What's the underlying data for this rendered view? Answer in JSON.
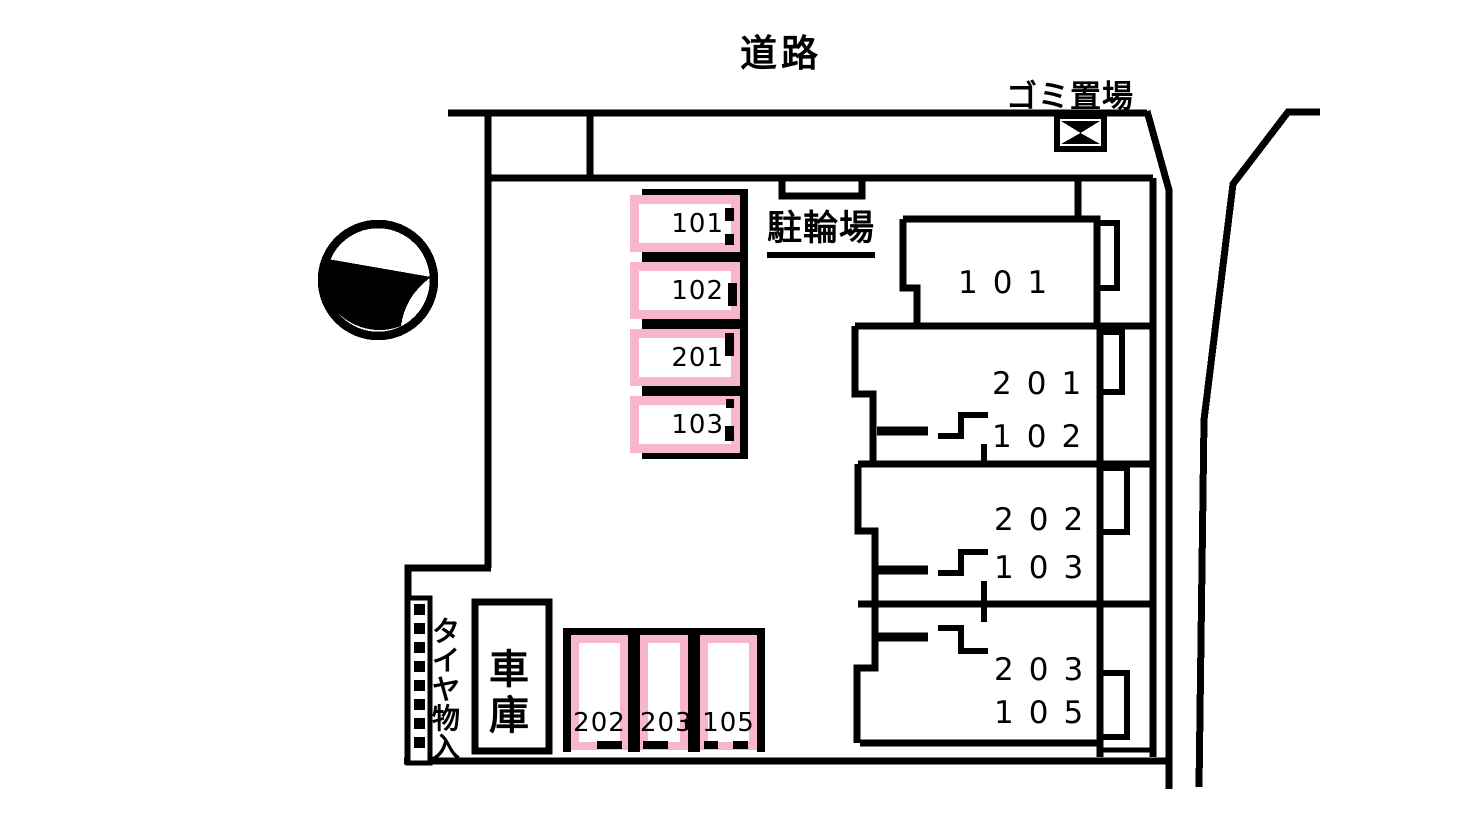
{
  "plan": {
    "road_label": "道路",
    "garbage_label": "ゴミ置場",
    "bicycle_label": "駐輪場",
    "garage_label": "車庫",
    "tire_storage_label": "タイヤ物入"
  },
  "parking": {
    "left_column": [
      {
        "id": "101"
      },
      {
        "id": "102"
      },
      {
        "id": "201"
      },
      {
        "id": "103"
      }
    ],
    "bottom_row": [
      {
        "id": "202"
      },
      {
        "id": "203"
      },
      {
        "id": "105"
      }
    ]
  },
  "building": {
    "units": [
      {
        "line1": "101"
      },
      {
        "line1": "201",
        "line2": "102"
      },
      {
        "line1": "202",
        "line2": "103"
      },
      {
        "line1": "203",
        "line2": "105"
      }
    ]
  },
  "colors": {
    "stall_pink": "#F7B6CA",
    "ink": "#000000"
  }
}
